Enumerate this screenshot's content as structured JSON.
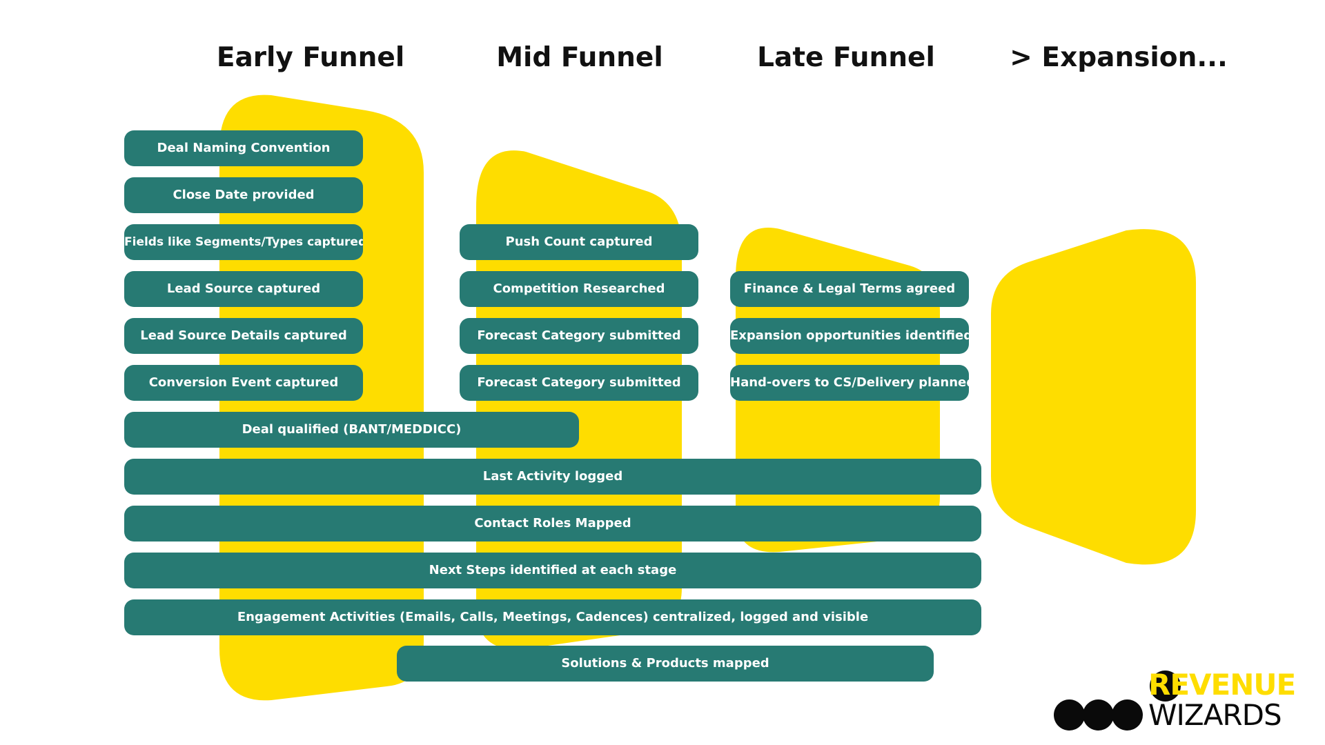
{
  "columns": [
    {
      "label": "Early Funnel"
    },
    {
      "label": "Mid Funnel"
    },
    {
      "label": "Late Funnel"
    },
    {
      "label": "> Expansion..."
    }
  ],
  "bars": {
    "deal_naming": "Deal Naming Convention",
    "close_date": "Close Date provided",
    "fields_segments": "Fields like Segments/Types captured",
    "lead_source": "Lead Source captured",
    "lead_source_details": "Lead Source Details captured",
    "conversion_event": "Conversion Event captured",
    "push_count": "Push Count captured",
    "competition": "Competition Researched",
    "forecast_1": "Forecast Category submitted",
    "forecast_2": "Forecast Category submitted",
    "finance_legal": "Finance & Legal Terms agreed",
    "expansion_opps": "Expansion opportunities identified",
    "handovers": "Hand-overs to CS/Delivery planned",
    "deal_qualified": "Deal qualified (BANT/MEDDICC)",
    "last_activity": "Last Activity logged",
    "contact_roles": "Contact Roles Mapped",
    "next_steps": "Next Steps identified at each stage",
    "engagement": "Engagement Activities (Emails, Calls, Meetings, Cadences) centralized, logged and visible",
    "solutions": "Solutions & Products mapped"
  },
  "logo": {
    "line1": "REVENUE",
    "line2": "WIZARDS"
  },
  "colors": {
    "shape_yellow": "#fedd00",
    "bar_teal": "#277a73",
    "logo_yellow": "#fedd00",
    "logo_black": "#0a0a0a"
  }
}
